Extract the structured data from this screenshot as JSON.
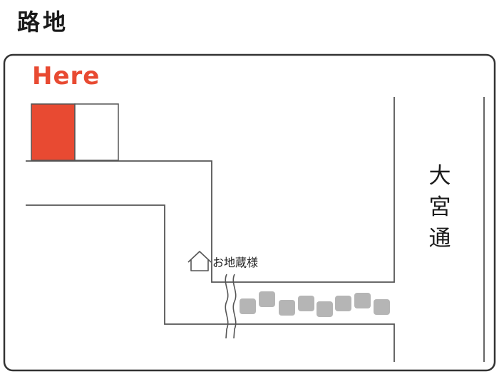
{
  "page": {
    "title": "路地"
  },
  "map": {
    "here_label": "Here",
    "shrine_label": "お地蔵様",
    "street_name_chars": [
      "大",
      "宮",
      "通"
    ],
    "icons": {
      "shrine": "house-outline-icon",
      "stones": "stone-row-icon"
    },
    "colors": {
      "accent": "#e84a32",
      "road_line": "#555555",
      "frame": "#333333",
      "stones": "#b5b5b5",
      "text": "#1a1a1a"
    }
  }
}
